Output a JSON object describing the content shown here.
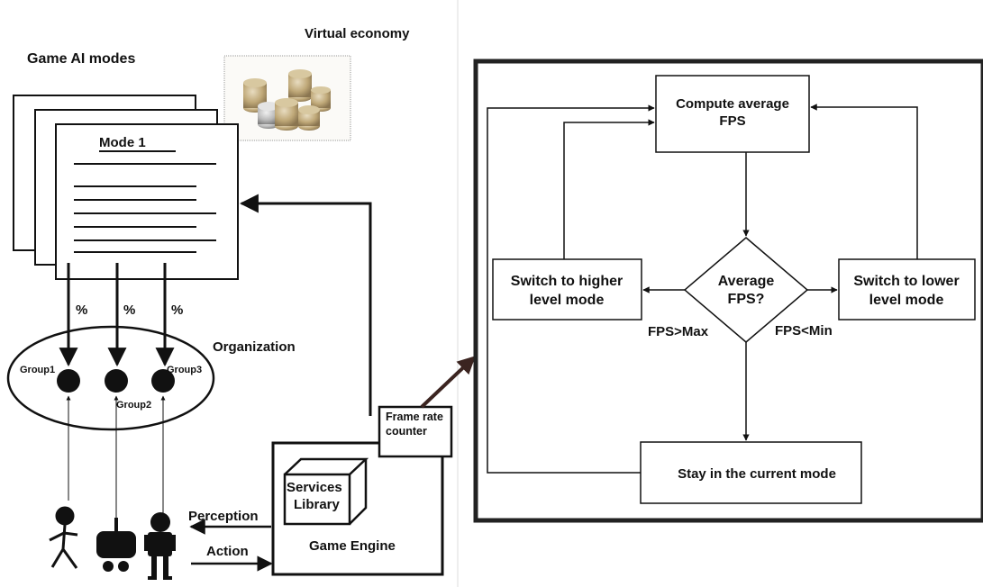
{
  "left": {
    "title": "Game AI modes",
    "virtual_economy": "Virtual economy",
    "mode_label": "Mode 1",
    "percent": [
      "%",
      "%",
      "%"
    ],
    "organization": "Organization",
    "groups": [
      "Group1",
      "Group2",
      "Group3"
    ],
    "perception": "Perception",
    "action": "Action",
    "services_library": [
      "Services",
      "Library"
    ],
    "game_engine": "Game Engine",
    "frame_rate_counter": [
      "Frame rate",
      "counter"
    ]
  },
  "flowchart": {
    "compute": [
      "Compute average",
      "FPS"
    ],
    "decision": [
      "Average",
      "FPS?"
    ],
    "higher": [
      "Switch to higher",
      "level mode"
    ],
    "lower": [
      "Switch to lower",
      "level mode"
    ],
    "fps_max": "FPS>Max",
    "fps_min": "FPS<Min",
    "stay": "Stay in the current mode"
  },
  "colors": {
    "ink": "#111111",
    "frame_arrow": "#3b2420",
    "coins": "#b9a57a"
  }
}
